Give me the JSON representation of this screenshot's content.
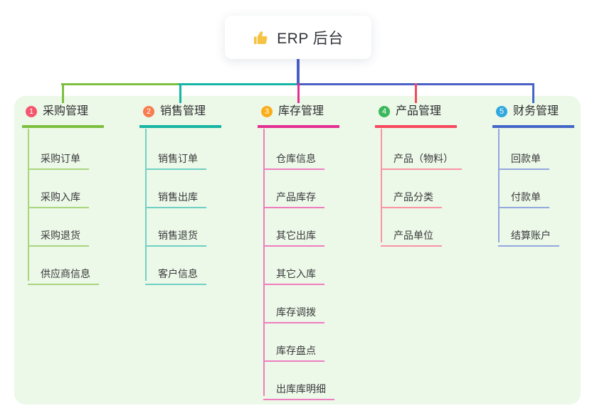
{
  "root": {
    "label": "ERP 后台",
    "icon": "thumbs-up",
    "icon_color": "#f6c243"
  },
  "branches": [
    {
      "number": "1",
      "label": "采购管理",
      "badge_color": "#f5566d",
      "line_color": "#7cbf3e",
      "child_line_color": "#a9d67d",
      "children": [
        "采购订单",
        "采购入库",
        "采购退货",
        "供应商信息"
      ]
    },
    {
      "number": "2",
      "label": "销售管理",
      "badge_color": "#f97c4f",
      "line_color": "#16b5a3",
      "child_line_color": "#6fd0c4",
      "children": [
        "销售订单",
        "销售出库",
        "销售退货",
        "客户信息"
      ]
    },
    {
      "number": "3",
      "label": "库存管理",
      "badge_color": "#fbad19",
      "line_color": "#e52e92",
      "child_line_color": "#f07dbf",
      "children": [
        "仓库信息",
        "产品库存",
        "其它出库",
        "其它入库",
        "库存调拨",
        "库存盘点",
        "出库库明细"
      ]
    },
    {
      "number": "4",
      "label": "产品管理",
      "badge_color": "#3cb85c",
      "line_color": "#f8485e",
      "child_line_color": "#fa94a3",
      "children": [
        "产品（物料）",
        "产品分类",
        "产品单位"
      ]
    },
    {
      "number": "5",
      "label": "财务管理",
      "badge_color": "#2fa8df",
      "line_color": "#4466c8",
      "child_line_color": "#93a8de",
      "children": [
        "回款单",
        "付款单",
        "结算账户"
      ]
    }
  ],
  "colors": {
    "canvas_bg": "#ffffff",
    "panel_bg": "#ecf8e8",
    "root_stem": "#4a5fc5",
    "text": "#2e2e30"
  }
}
